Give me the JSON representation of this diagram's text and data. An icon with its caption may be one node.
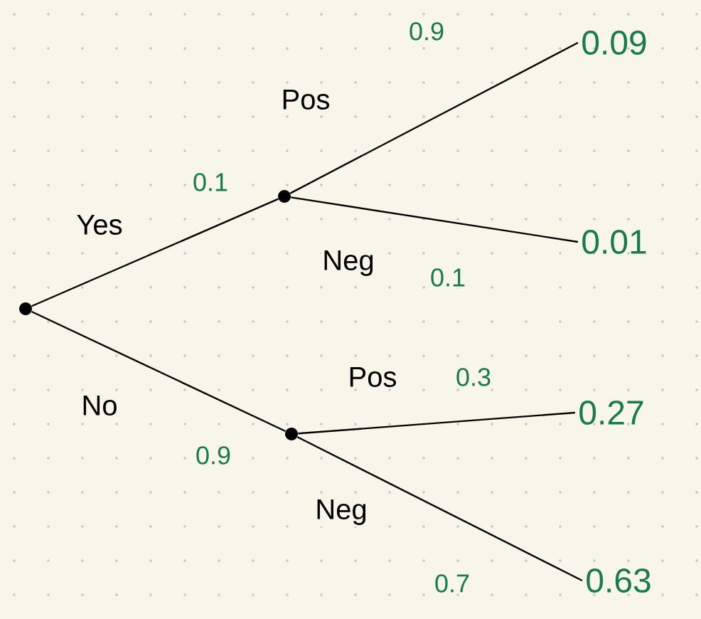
{
  "diagram": {
    "nodes": [
      {
        "text": [],
        "shape": "circle"
      },
      {
        "text": [],
        "shape": "circle"
      },
      {
        "text": [],
        "shape": "circle"
      },
      {
        "text": [
          "0.09"
        ]
      },
      {
        "text": [
          "0.01"
        ]
      },
      {
        "text": [
          "0.27"
        ]
      },
      {
        "text": [
          "0.63"
        ]
      }
    ],
    "edges": [
      {
        "from": 0,
        "to": 1,
        "arrow": "none",
        "label": "Yes"
      },
      {
        "from": 0,
        "to": 2,
        "arrow": "none",
        "label": "No"
      },
      {
        "from": 1,
        "to": 3,
        "arrow": "none",
        "label": "Pos"
      },
      {
        "from": 1,
        "to": 4,
        "arrow": "none",
        "label": "Neg"
      },
      {
        "from": 2,
        "to": 5,
        "arrow": "none",
        "label": "Pos"
      },
      {
        "from": 2,
        "to": 6,
        "arrow": "none",
        "label": "Neg"
      }
    ],
    "labels": [
      "0.9",
      "0.1",
      "0.1",
      "0.3",
      "0.9",
      "0.7"
    ]
  }
}
